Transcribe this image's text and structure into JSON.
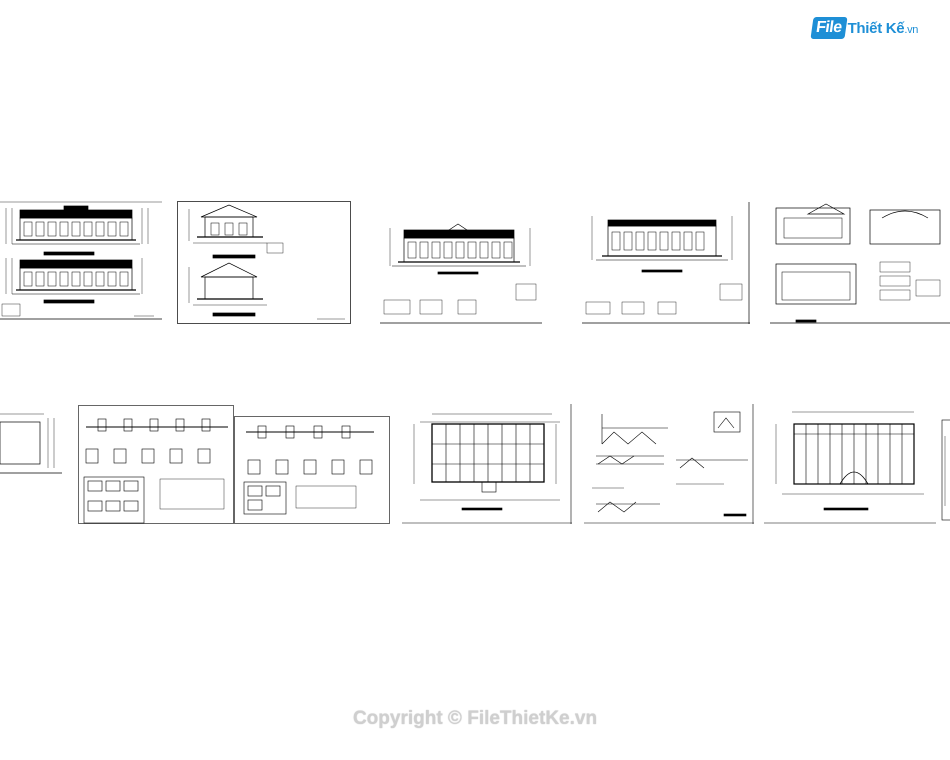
{
  "watermark": {
    "brand_box": "File",
    "brand_rest": "Thiết Kế",
    "brand_tld": ".vn",
    "copyright": "Copyright © FileThietKe.vn"
  },
  "colors": {
    "brand": "#1e8fd6",
    "line": "#000000",
    "copyright": "#cfcfcf"
  },
  "sheets": [
    {
      "id": "front-elevation-sheet",
      "kind": "elevation-pair"
    },
    {
      "id": "side-elevation-sheet",
      "kind": "gable-pair"
    },
    {
      "id": "elevation-a-sheet",
      "kind": "elevation-single"
    },
    {
      "id": "elevation-b-sheet",
      "kind": "section-single"
    },
    {
      "id": "section-details-sheet",
      "kind": "section-multi"
    },
    {
      "id": "plan-partial-sheet",
      "kind": "plan-partial"
    },
    {
      "id": "foundation-details-sheet-1",
      "kind": "details-grid"
    },
    {
      "id": "foundation-details-sheet-2",
      "kind": "details-grid"
    },
    {
      "id": "floor-plan-sheet",
      "kind": "plan"
    },
    {
      "id": "stair-details-sheet",
      "kind": "stair-details"
    },
    {
      "id": "roof-framing-sheet",
      "kind": "roof-plan"
    },
    {
      "id": "edge-partial-sheet",
      "kind": "edge"
    }
  ]
}
